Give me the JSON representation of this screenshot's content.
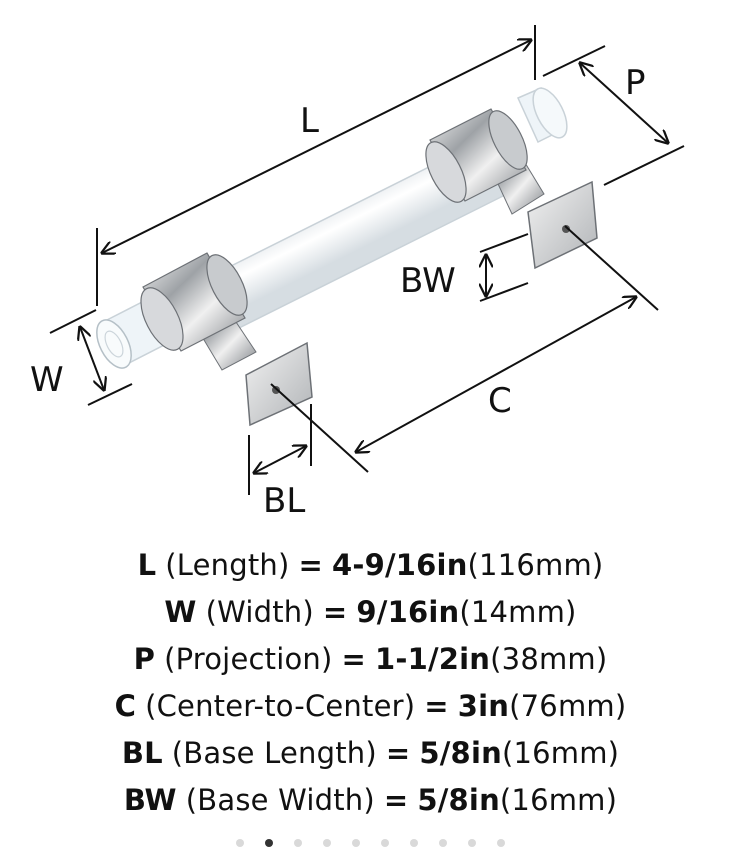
{
  "diagram": {
    "labels": {
      "length": "L",
      "projection": "P",
      "width": "W",
      "base_width": "BW",
      "center": "C",
      "base_length": "BL"
    }
  },
  "specs": [
    {
      "code": "L",
      "name": "(Length)",
      "eq": "=",
      "value": "4-9/16in",
      "metric": "(116mm)"
    },
    {
      "code": "W",
      "name": "(Width)",
      "eq": "=",
      "value": "9/16in",
      "metric": "(14mm)"
    },
    {
      "code": "P",
      "name": "(Projection)",
      "eq": "=",
      "value": "1-1/2in",
      "metric": "(38mm)"
    },
    {
      "code": "C",
      "name": "(Center-to-Center)",
      "eq": "=",
      "value": "3in",
      "metric": "(76mm)"
    },
    {
      "code": "BL",
      "name": "(Base Length)",
      "eq": "=",
      "value": "5/8in",
      "metric": "(16mm)"
    },
    {
      "code": "BW",
      "name": "(Base Width)",
      "eq": "=",
      "value": "5/8in",
      "metric": "(16mm)"
    }
  ],
  "carousel": {
    "total": 10,
    "active_index": 1
  },
  "colors": {
    "dimension_line": "#111111",
    "chrome": "#b8bcc0",
    "acrylic": "#eef4f8",
    "inactive_dot": "#d9d9d9",
    "active_dot": "#333333"
  }
}
